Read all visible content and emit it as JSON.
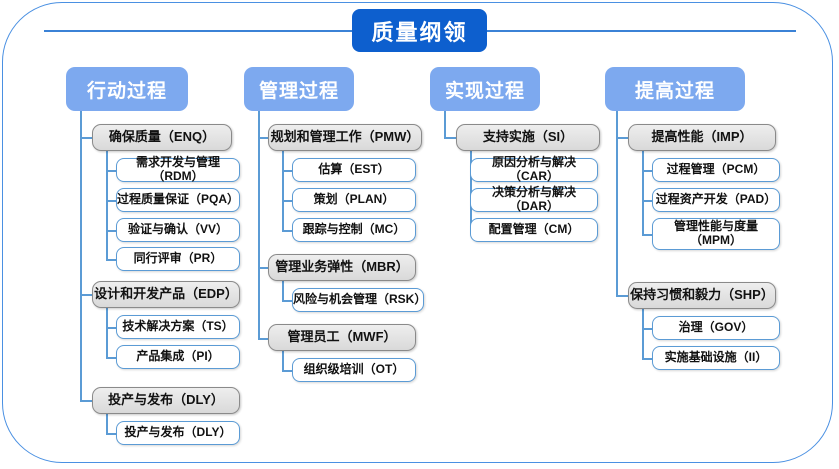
{
  "diagram": {
    "title": "质量纲领",
    "colors": {
      "title_bg": "#0d5fce",
      "header_bg": "#7da9ef",
      "frame_border": "#4a90e2",
      "connector": "#5b9bd5",
      "parent_border": "#8a8a8a",
      "child_border": "#5b9bd5",
      "text": "#111111",
      "header_text": "#ffffff"
    },
    "columns": [
      {
        "header": "行动过程",
        "groups": [
          {
            "parent": "确保质量（ENQ）",
            "children": [
              "需求开发与管理（RDM）",
              "过程质量保证（PQA）",
              "验证与确认（VV）",
              "同行评审（PR）"
            ]
          },
          {
            "parent": "设计和开发产品（EDP）",
            "children": [
              "技术解决方案（TS）",
              "产品集成（PI）"
            ]
          },
          {
            "parent": "投产与发布（DLY）",
            "children": [
              "投产与发布（DLY）"
            ]
          }
        ]
      },
      {
        "header": "管理过程",
        "groups": [
          {
            "parent": "规划和管理工作（PMW）",
            "children": [
              "估算（EST）",
              "策划（PLAN）",
              "跟踪与控制（MC）"
            ]
          },
          {
            "parent": "管理业务弹性（MBR）",
            "children": [
              "风险与机会管理（RSK）"
            ]
          },
          {
            "parent": "管理员工（MWF）",
            "children": [
              "组织级培训（OT）"
            ]
          }
        ]
      },
      {
        "header": "实现过程",
        "groups": [
          {
            "parent": "支持实施（SI）",
            "children": [
              "原因分析与解决（CAR）",
              "决策分析与解决（DAR）",
              "配置管理（CM）"
            ]
          }
        ]
      },
      {
        "header": "提高过程",
        "groups": [
          {
            "parent": "提高性能（IMP）",
            "children": [
              "过程管理（PCM）",
              "过程资产开发（PAD）",
              "管理性能与度量\n（MPM）"
            ]
          },
          {
            "parent": "保持习惯和毅力（SHP）",
            "children": [
              "治理（GOV）",
              "实施基础设施（II）"
            ]
          }
        ]
      }
    ]
  }
}
